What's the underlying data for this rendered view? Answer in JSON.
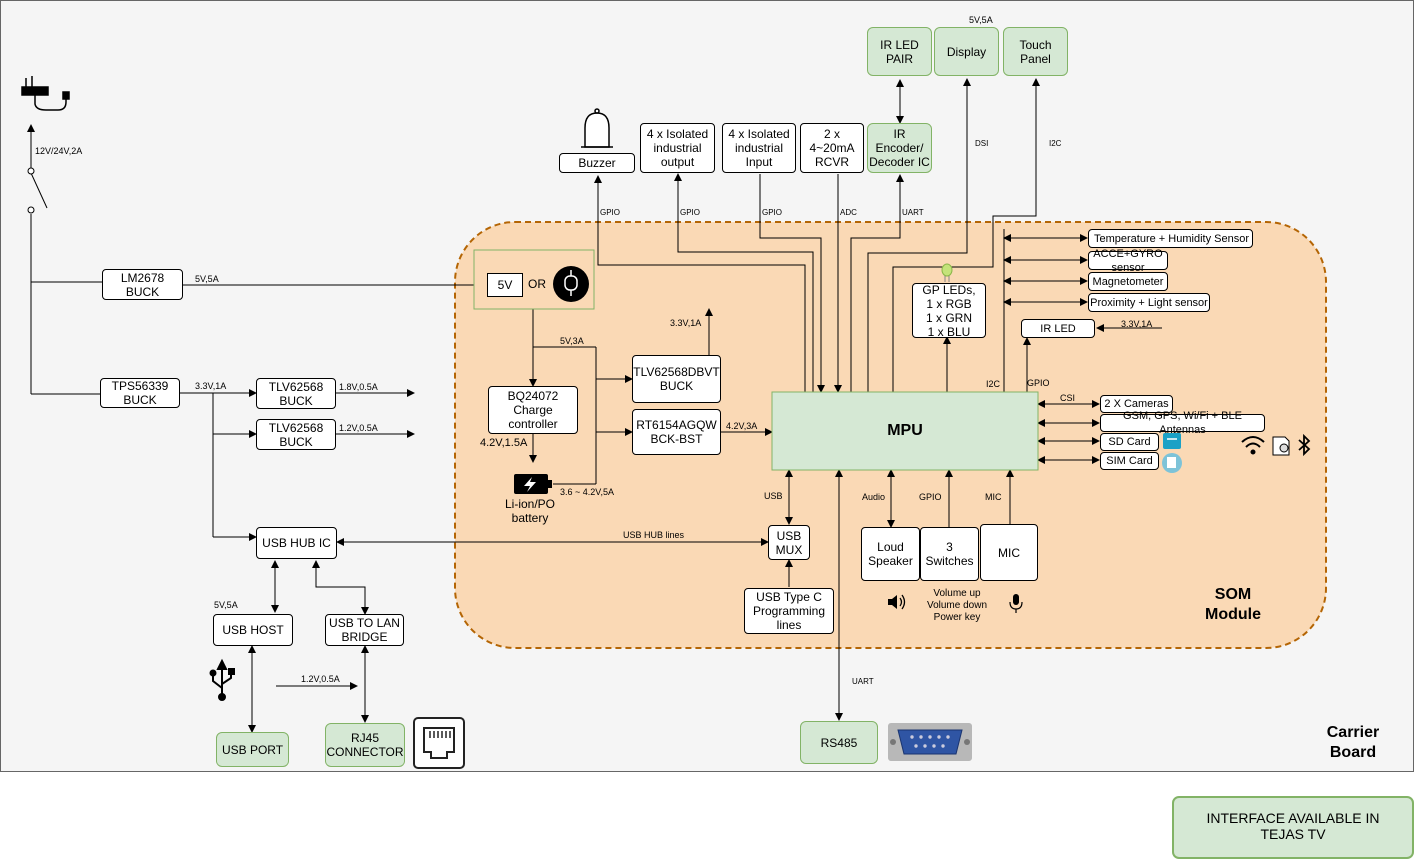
{
  "input_power": "12V/24V,2A",
  "regulators": {
    "lm2678": "LM2678\nBUCK",
    "tps56339": "TPS56339\nBUCK",
    "tlv_a": "TLV62568\nBUCK",
    "tlv_b": "TLV62568\nBUCK",
    "tlv_dbvt": "TLV62568DBVT\nBUCK",
    "rt6154": "RT6154AGQW\nBCK-BST",
    "bq24072": "BQ24072\nCharge\ncontroller"
  },
  "rails": {
    "lm2678_out": "5V,5A",
    "tps_out": "3.3V,1A",
    "tlv_a_out": "1.8V,0.5A",
    "tlv_b_out": "1.2V,0.5A",
    "charger_in": "5V,3A",
    "dbvt_out": "3.3V,1A",
    "rt6154_out": "4.2V,3A",
    "charger_out": "4.2V,1.5A",
    "battery_out": "3.6 ~ 4.2V,5A",
    "ir_led_rail": "3.3V,1A",
    "usb_host_rail": "5V,5A",
    "lan_rail": "1.2V,0.5A",
    "display_rail": "5V,5A"
  },
  "power_select": {
    "five_v": "5V",
    "or": "OR"
  },
  "battery": "Li-ion/PO\nbattery",
  "top_peripherals": {
    "buzzer": "Buzzer",
    "iso_output": "4 x Isolated\nindustrial\noutput",
    "iso_input": "4 x Isolated\nindustrial\nInput",
    "rcvr": "2 x\n4~20mA\nRCVR",
    "ir_codec": "IR\nEncoder/\nDecoder IC",
    "ir_led_pair": "IR LED\nPAIR",
    "display": "Display",
    "touch": "Touch\nPanel"
  },
  "bus_labels": {
    "gpio1": "GPIO",
    "gpio2": "GPIO",
    "gpio3": "GPIO",
    "adc": "ADC",
    "uart_top": "UART",
    "dsi": "DSI",
    "i2c_top": "I2C",
    "i2c_side": "I2C",
    "gpio_side": "GPIO",
    "csi": "CSI",
    "usb": "USB",
    "audio": "Audio",
    "gpio_bottom": "GPIO",
    "mic": "MIC",
    "uart_bottom": "UART",
    "usb_hub_lines": "USB HUB lines"
  },
  "mpu": "MPU",
  "gp_leds": "GP LEDs,\n1 x RGB\n1 x GRN\n1 x BLU",
  "sensors": {
    "temp": "Temperature + Humidity Sensor",
    "acce": "ACCE+GYRO sensor",
    "mag": "Magnetometer",
    "prox": "Proximity + Light sensor",
    "ir_led": "IR LED"
  },
  "right_io": {
    "cameras": "2 X Cameras",
    "antennas": "GSM, GPS, Wi/Fi + BLE Antennas",
    "sd": "SD Card",
    "sim": "SIM Card"
  },
  "usb": {
    "mux": "USB\nMUX",
    "type_c": "USB Type C\nProgramming\nlines",
    "hub": "USB HUB IC",
    "host": "USB HOST",
    "lan_bridge": "USB TO LAN\nBRIDGE",
    "port": "USB PORT",
    "rj45": "RJ45\nCONNECTOR"
  },
  "audio": {
    "speaker": "Loud\nSpeaker",
    "switches": "3 Switches",
    "mic": "MIC",
    "switch_functions": "Volume up\nVolume down\nPower key"
  },
  "rs485": "RS485",
  "som_label": "SOM\nModule",
  "carrier_label": "Carrier\nBoard",
  "legend": "INTERFACE AVAILABLE  IN\nTEJAS TV",
  "colors": {
    "som_fill": "#fad9b5",
    "som_border": "#b46504",
    "green_fill": "#d5e8d4",
    "green_border": "#82b366"
  },
  "icons": [
    "power-adapter-icon",
    "usb-plug-icon",
    "battery-icon",
    "bell-icon",
    "led-icon",
    "speaker-icon",
    "microphone-icon",
    "wifi-icon",
    "sim-icon",
    "bluetooth-icon",
    "usb-symbol-icon",
    "ethernet-port-icon",
    "db9-connector-icon",
    "chat-icon",
    "document-icon"
  ]
}
